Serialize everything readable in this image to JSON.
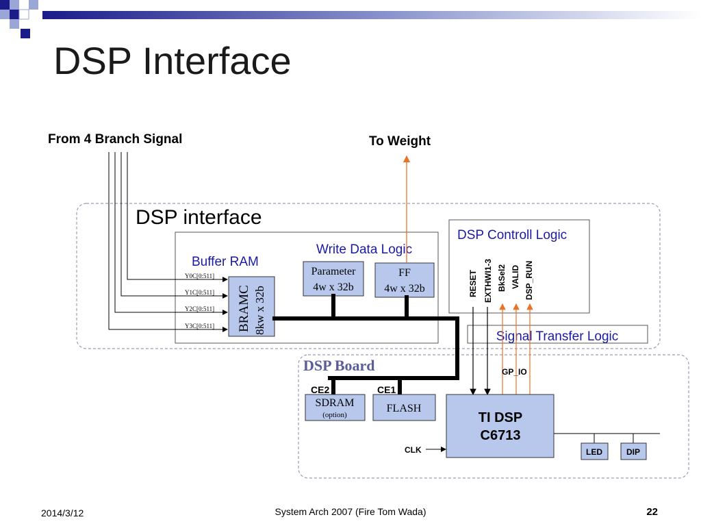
{
  "slide": {
    "title": "DSP Interface",
    "footer": {
      "date": "2014/3/12",
      "center": "System Arch 2007  (Fire Tom Wada)",
      "page": "22"
    }
  },
  "diagram": {
    "from_branch": "From 4 Branch Signal",
    "to_weight": "To Weight",
    "dsp_interface_label": "DSP interface",
    "buffer_ram": "Buffer RAM",
    "write_data_logic": "Write Data Logic",
    "bramc": {
      "line1": "BRAMC",
      "line2": "8kw x 32b"
    },
    "inputs": [
      "Y0C[0:511]",
      "Y1C[0:511]",
      "Y2C[0:511]",
      "Y3C[0:511]"
    ],
    "parameter": {
      "line1": "Parameter",
      "line2": "4w x 32b"
    },
    "ff": {
      "line1": "FF",
      "line2": "4w x 32b"
    },
    "control_logic": "DSP Controll Logic",
    "control_signals": [
      "RESET",
      "EXTHWI1-3",
      "BkSel2",
      "VALID",
      "DSP_RUN"
    ],
    "signal_transfer": "Signal Transfer Logic",
    "dsp_board": "DSP Board",
    "ce2": "CE2",
    "ce1": "CE1",
    "sdram": {
      "line1": "SDRAM",
      "line2": "(option)"
    },
    "flash": "FLASH",
    "gpio": "GP_IO",
    "ti_dsp": {
      "line1": "TI DSP",
      "line2": "C6713"
    },
    "clk": "CLK",
    "led": "LED",
    "dip": "DIP"
  },
  "colors": {
    "title_navy": "#1f1f8f",
    "label_blue": "#1a1aa6",
    "board_label": "#5c5c9a",
    "block_fill": "#b7c8ec",
    "orange": "#e8732a",
    "header_dark": "#1b1b8a",
    "header_light": "#9aa6d6"
  }
}
